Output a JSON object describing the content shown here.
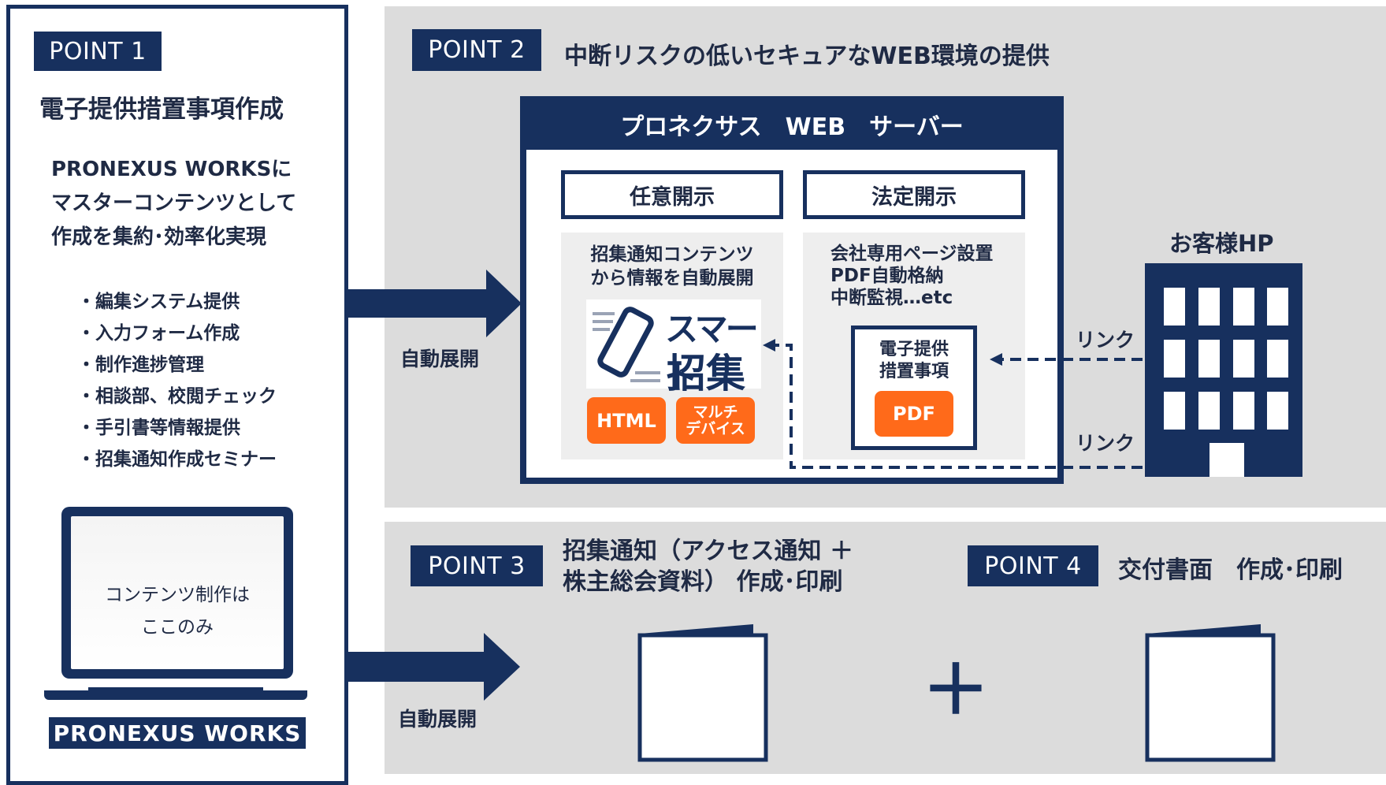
{
  "point1": {
    "tag": "POINT 1",
    "title": "電子提供措置事項作成",
    "desc_lines": [
      "PRONEXUS WORKSに",
      "マスターコンテンツとして",
      "作成を集約･効率化実現"
    ],
    "bullets": [
      "・編集システム提供",
      "・入力フォーム作成",
      "・制作進捗管理",
      "・相談部、校閲チェック",
      "・手引書等情報提供",
      "・招集通知作成セミナー"
    ],
    "laptop_lines": [
      "コンテンツ制作は",
      "ここのみ"
    ],
    "brand": "PRONEXUS WORKS"
  },
  "point2": {
    "tag": "POINT 2",
    "title": "中断リスクの低いセキュアなWEB環境の提供",
    "server_title": "プロネクサス　WEB　サーバー",
    "voluntary": {
      "header": "任意開示",
      "desc_lines": [
        "招集通知コンテンツ",
        "から情報を自動展開"
      ],
      "logo_lines": [
        "スマート",
        "招集"
      ],
      "btn_html": "HTML",
      "btn_multi_lines": [
        "マルチ",
        "デバイス"
      ]
    },
    "statutory": {
      "header": "法定開示",
      "desc_lines": [
        "会社専用ページ設置",
        "PDF自動格納",
        "中断監視…etc"
      ],
      "doc_lines": [
        "電子提供",
        "措置事項"
      ],
      "btn_pdf": "PDF"
    },
    "customer_hp": "お客様HP",
    "link1": "リンク",
    "link2": "リンク",
    "auto_label": "自動展開"
  },
  "point3": {
    "tag": "POINT 3",
    "title_lines": [
      "招集通知（アクセス通知 ＋",
      "株主総会資料）  作成･印刷"
    ],
    "auto_label": "自動展開",
    "plus": "＋"
  },
  "point4": {
    "tag": "POINT 4",
    "title": "交付書面　作成･印刷"
  },
  "colors": {
    "navy": "#17305e",
    "orange": "#ff6a1a",
    "gray": "#dcdcdc",
    "light": "#eeeeee"
  }
}
